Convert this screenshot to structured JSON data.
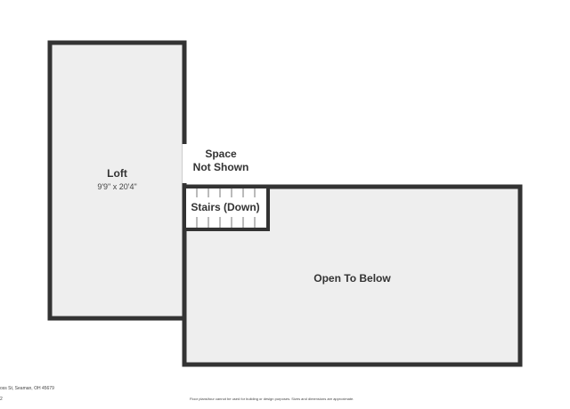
{
  "rooms": {
    "loft": {
      "name": "Loft",
      "dimensions": "9'9\" x 20'4\""
    },
    "space_not_shown": {
      "line1": "Space",
      "line2": "Not Shown"
    },
    "stairs": {
      "name": "Stairs (Down)"
    },
    "open_to_below": {
      "name": "Open To Below"
    }
  },
  "footer": {
    "address": "oss St, Seaman, OH 45679",
    "page_fragment": "2",
    "disclaimer": "Floor plans/tour cannot be used for building or design purposes. Sizes and dimensions are approximate."
  },
  "colors": {
    "wall": "#333333",
    "floor": "#eeeeee",
    "background": "#ffffff"
  }
}
